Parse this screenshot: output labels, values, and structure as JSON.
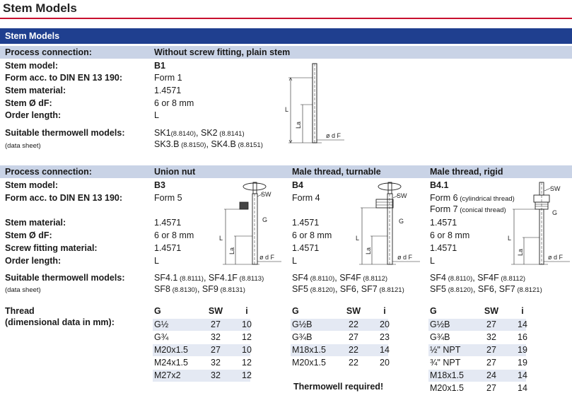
{
  "page": {
    "title": "Stem Models"
  },
  "section": {
    "header": "Stem Models"
  },
  "sec1": {
    "pc_label": "Process connection:",
    "pc_value": "Without screw fitting, plain stem",
    "labels": {
      "stem_model": "Stem model:",
      "form": "Form acc. to DIN EN 13 190:",
      "material": "Stem material:",
      "diameter": "Stem Ø dF:",
      "order_length": "Order length:",
      "suitable": "Suitable thermowell models:",
      "data_sheet": "(data sheet)"
    },
    "b1": {
      "model": "B1",
      "form": "Form 1",
      "material": "1.4571",
      "diameter": "6 or 8 mm",
      "order_length": "L",
      "s1a": "SK1",
      "s1b": "(8.8140)",
      "s1c": ", SK2",
      "s1d": " (8.8141)",
      "s2a": "SK3.B",
      "s2b": " (8.8150)",
      "s2c": ", SK4.B",
      "s2d": " (8.8151)"
    }
  },
  "sec2": {
    "pc_label": "Process connection:",
    "labels": {
      "stem_model": "Stem model:",
      "form": "Form acc. to DIN EN 13 190:",
      "material": "Stem material:",
      "diameter": "Stem Ø dF:",
      "screw_material": "Screw fitting material:",
      "order_length": "Order length:",
      "suitable": "Suitable thermowell models:",
      "data_sheet": "(data sheet)",
      "thread": "Thread",
      "thread_sub": "(dimensional data in mm):"
    },
    "b3": {
      "pc": "Union nut",
      "model": "B3",
      "form": "Form 5",
      "material": "1.4571",
      "diameter": "6 or 8 mm",
      "screw_material": "1.4571",
      "order_length": "L",
      "s1a": "SF4.1",
      "s1b": " (8.8111)",
      "s1c": ", SF4.1F",
      "s1d": " (8.8113)",
      "s2a": "SF8",
      "s2b": " (8.8130)",
      "s2c": ", SF9",
      "s2d": " (8.8131)",
      "table": {
        "headers": [
          "G",
          "SW",
          "i"
        ],
        "rows": [
          [
            "G½",
            "27",
            "10"
          ],
          [
            "G¾",
            "32",
            "12"
          ],
          [
            "M20x1.5",
            "27",
            "10"
          ],
          [
            "M24x1.5",
            "32",
            "12"
          ],
          [
            "M27x2",
            "32",
            "12"
          ]
        ]
      }
    },
    "b4": {
      "pc": "Male thread, turnable",
      "model": "B4",
      "form": "Form 4",
      "material": "1.4571",
      "diameter": "6 or 8 mm",
      "screw_material": "1.4571",
      "order_length": "L",
      "s1a": "SF4",
      "s1b": " (8.8110)",
      "s1c": ", SF4F",
      "s1d": " (8.8112)",
      "s2a": "SF5",
      "s2b": " (8.8120)",
      "s2c": ", SF6, SF7",
      "s2d": " (8.8121)",
      "table": {
        "headers": [
          "G",
          "SW",
          "i"
        ],
        "rows": [
          [
            "G½B",
            "22",
            "20"
          ],
          [
            "G¾B",
            "27",
            "23"
          ],
          [
            "M18x1.5",
            "22",
            "14"
          ],
          [
            "M20x1.5",
            "22",
            "20"
          ]
        ]
      },
      "note": "Thermowell required!"
    },
    "b41": {
      "pc": "Male thread, rigid",
      "model": "B4.1",
      "form6": "Form 6",
      "form6_note": " (cylindrical thread)",
      "form7": "Form 7",
      "form7_note": " (conical thread)",
      "material": "1.4571",
      "diameter": "6 or 8 mm",
      "screw_material": "1.4571",
      "order_length": "L",
      "s1a": "SF4",
      "s1b": " (8.8110)",
      "s1c": ", SF4F",
      "s1d": " (8.8112)",
      "s2a": "SF5",
      "s2b": " (8.8120)",
      "s2c": ", SF6, SF7",
      "s2d": " (8.8121)",
      "table": {
        "headers": [
          "G",
          "SW",
          "i"
        ],
        "rows": [
          [
            "G½B",
            "27",
            "14"
          ],
          [
            "G¾B",
            "32",
            "16"
          ],
          [
            "½\" NPT",
            "27",
            "19"
          ],
          [
            "¾\" NPT",
            "27",
            "19"
          ],
          [
            "M18x1.5",
            "24",
            "14"
          ],
          [
            "M20x1.5",
            "27",
            "14"
          ]
        ]
      }
    }
  },
  "drawing_labels": {
    "L": "L",
    "La": "La",
    "dF": "ø d F",
    "SW": "SW",
    "G": "G"
  },
  "colors": {
    "header_blue": "#1f3f8f",
    "row_grey": "#c9d3e6",
    "title_rule": "#c8102e",
    "table_shade": "#e4e9f3"
  }
}
